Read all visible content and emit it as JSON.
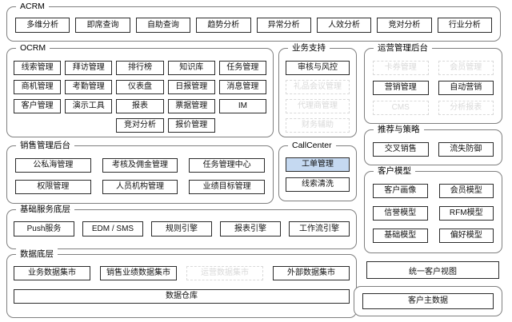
{
  "colors": {
    "background": "#ffffff",
    "group_border": "#7f7f7f",
    "module_border": "#2b2b2b",
    "disabled_gray": "#d9d9d9",
    "highlight_blue": "#c5d9f1"
  },
  "groups": {
    "acrm": {
      "label": "ACRM",
      "rows": [
        [
          {
            "label": "多维分析"
          },
          {
            "label": "即席查询"
          },
          {
            "label": "自助查询"
          },
          {
            "label": "趋势分析"
          },
          {
            "label": "异常分析"
          },
          {
            "label": "人效分析"
          },
          {
            "label": "竞对分析"
          },
          {
            "label": "行业分析"
          }
        ]
      ]
    },
    "ocrm": {
      "label": "OCRM",
      "rows": [
        [
          {
            "label": "线索管理"
          },
          {
            "label": "拜访管理"
          },
          {
            "label": "排行榜"
          },
          {
            "label": "知识库"
          },
          {
            "label": "任务管理"
          }
        ],
        [
          {
            "label": "商机管理"
          },
          {
            "label": "考勤管理"
          },
          {
            "label": "仪表盘"
          },
          {
            "label": "日报管理"
          },
          {
            "label": "消息管理"
          }
        ],
        [
          {
            "label": "客户管理"
          },
          {
            "label": "演示工具"
          },
          {
            "label": "报表"
          },
          {
            "label": "票据管理"
          },
          {
            "label": "IM"
          }
        ],
        [
          null,
          null,
          {
            "label": "竞对分析"
          },
          {
            "label": "报价管理"
          },
          null
        ]
      ]
    },
    "biz_support": {
      "label": "业务支持",
      "rows": [
        [
          {
            "label": "审核与风控"
          }
        ],
        [
          {
            "label": "礼品会议管理",
            "state": "disabled"
          }
        ],
        [
          {
            "label": "代理商管理",
            "state": "disabled"
          }
        ],
        [
          {
            "label": "财务辅助",
            "state": "disabled"
          }
        ]
      ]
    },
    "ops_backend": {
      "label": "运营管理后台",
      "rows": [
        [
          {
            "label": "卡券管理",
            "state": "disabled"
          },
          {
            "label": "会员管理",
            "state": "disabled"
          }
        ],
        [
          {
            "label": "营销管理"
          },
          {
            "label": "自动营销"
          }
        ],
        [
          {
            "label": "CMS",
            "state": "disabled"
          },
          {
            "label": "分析报表",
            "state": "disabled"
          }
        ]
      ]
    },
    "recommend": {
      "label": "推荐与策略",
      "rows": [
        [
          {
            "label": "交叉销售"
          },
          {
            "label": "流失防御"
          }
        ]
      ]
    },
    "sales_backend": {
      "label": "销售管理后台",
      "rows": [
        [
          {
            "label": "公私海管理"
          },
          {
            "label": "考核及佣金管理"
          },
          {
            "label": "任务管理中心"
          }
        ],
        [
          {
            "label": "权限管理"
          },
          {
            "label": "人员机构管理"
          },
          {
            "label": "业绩目标管理"
          }
        ]
      ]
    },
    "callcenter": {
      "label": "CallCenter",
      "rows": [
        [
          {
            "label": "工单管理",
            "state": "highlighted"
          }
        ],
        [
          {
            "label": "线索清洗"
          }
        ]
      ]
    },
    "customer_model": {
      "label": "客户模型",
      "rows": [
        [
          {
            "label": "客户画像"
          },
          {
            "label": "会员模型"
          }
        ],
        [
          {
            "label": "信誉模型"
          },
          {
            "label": "RFM模型"
          }
        ],
        [
          {
            "label": "基础模型"
          },
          {
            "label": "偏好模型"
          }
        ]
      ]
    },
    "base_service": {
      "label": "基础服务底层",
      "rows": [
        [
          {
            "label": "Push服务"
          },
          {
            "label": "EDM / SMS"
          },
          {
            "label": "规则引擎"
          },
          {
            "label": "报表引擎"
          },
          {
            "label": "工作流引擎"
          }
        ]
      ]
    },
    "data_layer": {
      "label": "数据底层",
      "rows": [
        [
          {
            "label": "业务数据集市"
          },
          {
            "label": "销售业绩数据集市"
          },
          {
            "label": "运营数据集市",
            "state": "disabled"
          },
          {
            "label": "外部数据集市"
          }
        ],
        [
          {
            "label": "数据仓库"
          }
        ]
      ]
    },
    "master_data": {
      "label": "",
      "rows": [
        [
          {
            "label": "客户主数据"
          }
        ]
      ]
    }
  },
  "standalone": {
    "unified_customer_view": "统一客户视图"
  }
}
